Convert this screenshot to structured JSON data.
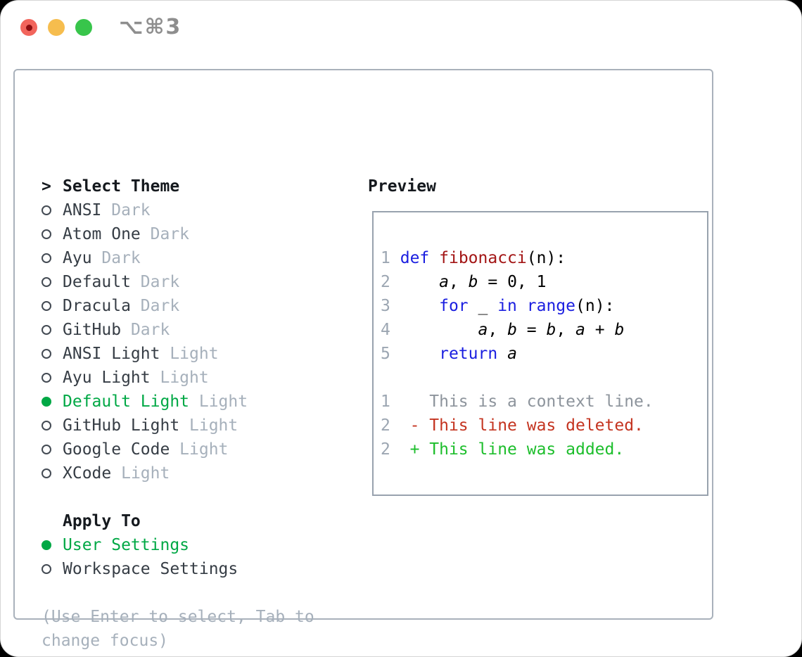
{
  "window": {
    "title": "⌥⌘3",
    "traffic_lights": [
      "close",
      "minimize",
      "zoom"
    ]
  },
  "colors": {
    "accent-green": "#00a845",
    "added-green": "#1dbe2c",
    "deleted-red": "#c43420",
    "keyword-blue": "#1a1ee0",
    "function-red": "#a31515",
    "muted-gray": "#a6b0bb",
    "context-gray": "#8d949c",
    "line-number-gray": "#9ca6b2",
    "text-dark": "#363d45",
    "header-dark": "#15191e",
    "panel-border": "#a9b1bb",
    "preview-border": "#98a2ae",
    "traffic-red": "#f2655c",
    "traffic-yellow": "#f6bd4e",
    "traffic-green": "#38c54b",
    "title-gray": "#8e8e8e"
  },
  "theme_selector": {
    "prompt": ">",
    "title": "Select Theme",
    "items": [
      {
        "name": "ANSI",
        "variant": "Dark",
        "selected": false
      },
      {
        "name": "Atom One",
        "variant": "Dark",
        "selected": false
      },
      {
        "name": "Ayu",
        "variant": "Dark",
        "selected": false
      },
      {
        "name": "Default",
        "variant": "Dark",
        "selected": false
      },
      {
        "name": "Dracula",
        "variant": "Dark",
        "selected": false
      },
      {
        "name": "GitHub",
        "variant": "Dark",
        "selected": false
      },
      {
        "name": "ANSI Light",
        "variant": "Light",
        "selected": false
      },
      {
        "name": "Ayu Light",
        "variant": "Light",
        "selected": false
      },
      {
        "name": "Default Light",
        "variant": "Light",
        "selected": true
      },
      {
        "name": "GitHub Light",
        "variant": "Light",
        "selected": false
      },
      {
        "name": "Google Code",
        "variant": "Light",
        "selected": false
      },
      {
        "name": "XCode",
        "variant": "Light",
        "selected": false
      }
    ]
  },
  "apply_to": {
    "title": "Apply To",
    "items": [
      {
        "label": "User Settings",
        "selected": true
      },
      {
        "label": "Workspace Settings",
        "selected": false
      }
    ]
  },
  "hint_lines": [
    "(Use Enter to select, Tab to",
    "change focus)"
  ],
  "preview": {
    "title": "Preview",
    "code_lines": [
      {
        "num": "1",
        "segments": [
          {
            "t": "def",
            "c": "kw"
          },
          {
            "t": " "
          },
          {
            "t": "fibonacci",
            "c": "fn"
          },
          {
            "t": "(n):"
          }
        ]
      },
      {
        "num": "2",
        "segments": [
          {
            "t": "    "
          },
          {
            "t": "a",
            "c": "var"
          },
          {
            "t": ", "
          },
          {
            "t": "b",
            "c": "var"
          },
          {
            "t": " = 0, 1"
          }
        ]
      },
      {
        "num": "3",
        "segments": [
          {
            "t": "    "
          },
          {
            "t": "for",
            "c": "kw"
          },
          {
            "t": " _ "
          },
          {
            "t": "in",
            "c": "kw"
          },
          {
            "t": " "
          },
          {
            "t": "range",
            "c": "kw"
          },
          {
            "t": "(n):"
          }
        ]
      },
      {
        "num": "4",
        "segments": [
          {
            "t": "        "
          },
          {
            "t": "a",
            "c": "var"
          },
          {
            "t": ", "
          },
          {
            "t": "b",
            "c": "var"
          },
          {
            "t": " = "
          },
          {
            "t": "b",
            "c": "var"
          },
          {
            "t": ", "
          },
          {
            "t": "a",
            "c": "var"
          },
          {
            "t": " + "
          },
          {
            "t": "b",
            "c": "var"
          }
        ]
      },
      {
        "num": "5",
        "segments": [
          {
            "t": "    "
          },
          {
            "t": "return",
            "c": "kw"
          },
          {
            "t": " "
          },
          {
            "t": "a",
            "c": "var"
          }
        ]
      },
      {
        "num": "",
        "segments": []
      },
      {
        "num": "1",
        "segments": [
          {
            "t": "   This is a context line.",
            "c": "ctx"
          }
        ]
      },
      {
        "num": "2",
        "segments": [
          {
            "t": " - This line was deleted.",
            "c": "del"
          }
        ]
      },
      {
        "num": "2",
        "segments": [
          {
            "t": " + This line was added.",
            "c": "add"
          }
        ]
      }
    ]
  }
}
